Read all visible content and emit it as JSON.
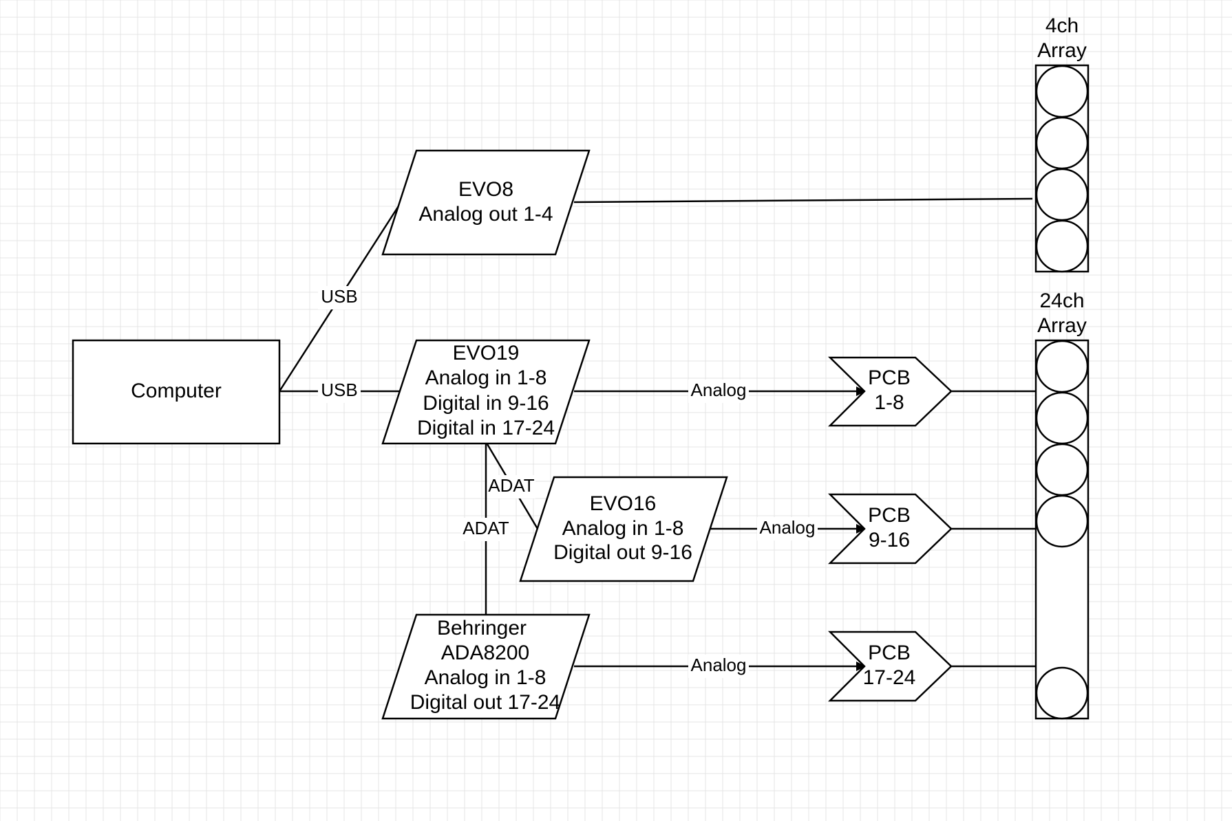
{
  "diagram": {
    "nodes": {
      "computer": {
        "lines": [
          "Computer"
        ]
      },
      "evo8": {
        "lines": [
          "EVO8",
          "Analog out 1-4"
        ]
      },
      "evo19": {
        "lines": [
          "EVO19",
          "Analog in 1-8",
          "Digital in 9-16",
          "Digital in 17-24"
        ]
      },
      "evo16": {
        "lines": [
          "EVO16",
          "Analog in 1-8",
          "Digital out 9-16"
        ]
      },
      "behringer": {
        "lines": [
          "Behringer",
          "ADA8200",
          "Analog in 1-8",
          "Digital out 17-24"
        ]
      },
      "pcb1": {
        "lines": [
          "PCB",
          "1-8"
        ]
      },
      "pcb2": {
        "lines": [
          "PCB",
          "9-16"
        ]
      },
      "pcb3": {
        "lines": [
          "PCB",
          "17-24"
        ]
      },
      "array4": {
        "lines": [
          "4ch",
          "Array"
        ]
      },
      "array24": {
        "lines": [
          "24ch",
          "Array"
        ]
      }
    },
    "edge_labels": {
      "usb_evo8": "USB",
      "usb_evo19": "USB",
      "adat_evo16": "ADAT",
      "adat_behringer": "ADAT",
      "analog_pcb1": "Analog",
      "analog_pcb2": "Analog",
      "analog_pcb3": "Analog"
    }
  }
}
